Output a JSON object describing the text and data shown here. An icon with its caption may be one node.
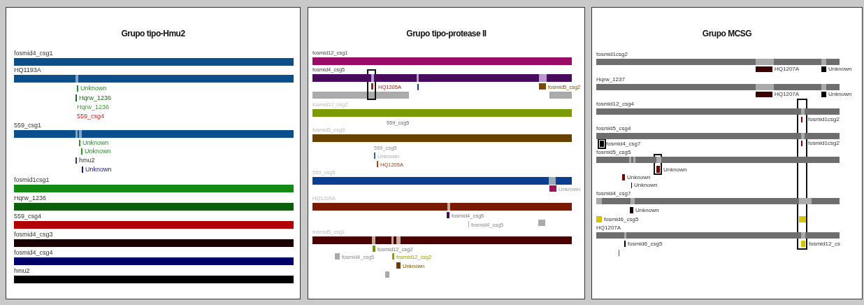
{
  "diagram": {
    "nodes": [
      {
        "text": [
          "Grupo tipo-Hmu2"
        ]
      },
      {
        "text": [
          "fosmid4_csg1"
        ],
        "in": 0
      },
      {
        "text": [
          "HQ1193A"
        ],
        "in": 0
      },
      {
        "text": [
          "Unknown"
        ],
        "in": 0
      },
      {
        "text": [
          "Hqrw_1236"
        ],
        "in": 0
      },
      {
        "text": [
          "Hqrw_1236"
        ],
        "in": 0
      },
      {
        "text": [
          "559_csg4"
        ],
        "in": 0
      },
      {
        "text": [
          "559_csg1"
        ],
        "in": 0
      },
      {
        "text": [
          "Unknown"
        ],
        "in": 0
      },
      {
        "text": [
          "Unknown"
        ],
        "in": 0
      },
      {
        "text": [
          "hmu2"
        ],
        "in": 0
      },
      {
        "text": [
          "Unknown"
        ],
        "in": 0
      },
      {
        "text": [
          "fosmid1csg1"
        ],
        "in": 0
      },
      {
        "text": [
          "Hqrw_1236"
        ],
        "in": 0
      },
      {
        "text": [
          "559_csg4"
        ],
        "in": 0
      },
      {
        "text": [
          "fosmid4_csg3"
        ],
        "in": 0
      },
      {
        "text": [
          "fosmid4_csg4"
        ],
        "in": 0
      },
      {
        "text": [
          "hmu2"
        ],
        "in": 0
      },
      {
        "text": [
          "Grupo tipo-protease II"
        ]
      },
      {
        "text": [
          "fosmid12_csg1"
        ],
        "in": 18
      },
      {
        "text": [
          "fosmid4_csg5"
        ],
        "in": 18
      },
      {
        "text": [
          "HQ1205A"
        ],
        "in": 18
      },
      {
        "text": [
          "fosmid5_csg2"
        ],
        "in": 18
      },
      {
        "text": [
          "fosmid12_csg2"
        ],
        "in": 18
      },
      {
        "text": [
          "559_csg5"
        ],
        "in": 18
      },
      {
        "text": [
          "fosmid5_csg3"
        ],
        "in": 18
      },
      {
        "text": [
          "559_csg5"
        ],
        "in": 18
      },
      {
        "text": [
          "Unknown"
        ],
        "in": 18
      },
      {
        "text": [
          "HQ1205A"
        ],
        "in": 18
      },
      {
        "text": [
          "559_csg5"
        ],
        "in": 18
      },
      {
        "text": [
          "Unknown"
        ],
        "in": 18
      },
      {
        "text": [
          "HQ1205A"
        ],
        "in": 18
      },
      {
        "text": [
          "fosmid4_csg5"
        ],
        "in": 18
      },
      {
        "text": [
          "fosmid4_csg5"
        ],
        "in": 18
      },
      {
        "text": [
          "fosmid5_csg1"
        ],
        "in": 18
      },
      {
        "text": [
          "fosmid12_csg2"
        ],
        "in": 18
      },
      {
        "text": [
          "fosmid4_csg5"
        ],
        "in": 18
      },
      {
        "text": [
          "fosmid12_csg2"
        ],
        "in": 18
      },
      {
        "text": [
          "Unknown"
        ],
        "in": 18
      },
      {
        "text": [
          "Grupo MCSG"
        ]
      },
      {
        "text": [
          "fosmid1csg2"
        ],
        "in": 39
      },
      {
        "text": [
          "HQ1207A"
        ],
        "in": 39
      },
      {
        "text": [
          "Unknown"
        ],
        "in": 39
      },
      {
        "text": [
          "Hqrw_1237"
        ],
        "in": 39
      },
      {
        "text": [
          "HQ1207A"
        ],
        "in": 39
      },
      {
        "text": [
          "Unknown"
        ],
        "in": 39
      },
      {
        "text": [
          "fosmid12_csg4"
        ],
        "in": 39
      },
      {
        "text": [
          "fosmid1csg2"
        ],
        "in": 39
      },
      {
        "text": [
          "fosmid5_csg4"
        ],
        "in": 39
      },
      {
        "text": [
          "fosmid4_csg7"
        ],
        "in": 39
      },
      {
        "text": [
          "fosmid1csg2"
        ],
        "in": 39
      },
      {
        "text": [
          "fosmid5_csg5"
        ],
        "in": 39
      },
      {
        "text": [
          "Unknown"
        ],
        "in": 39
      },
      {
        "text": [
          "Unknown"
        ],
        "in": 39
      },
      {
        "text": [
          "Unknown"
        ],
        "in": 39
      },
      {
        "text": [
          "fosmid4_csg7"
        ],
        "in": 39
      },
      {
        "text": [
          "Unknown"
        ],
        "in": 39
      },
      {
        "text": [
          "fosmid6_csg5"
        ],
        "in": 39
      },
      {
        "text": [
          "HQ1207A"
        ],
        "in": 39
      },
      {
        "text": [
          "fosmid6_csg5"
        ],
        "in": 39
      },
      {
        "text": [
          "fosmid12_cs"
        ],
        "in": 39
      }
    ]
  }
}
